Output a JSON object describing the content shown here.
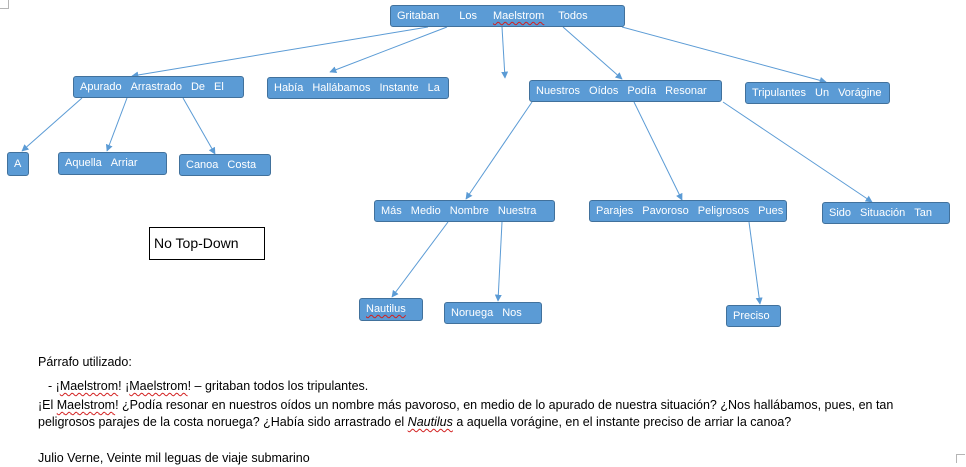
{
  "nodes": [
    {
      "id": "root",
      "words": [
        "Gritaban",
        "Los",
        "Maelstrom",
        "Todos"
      ]
    },
    {
      "id": "apurado",
      "words": [
        "Apurado",
        "Arrastrado",
        "De",
        "El"
      ]
    },
    {
      "id": "habia",
      "words": [
        "Había",
        "Hallábamos",
        "Instante",
        "La"
      ]
    },
    {
      "id": "nuestros",
      "words": [
        "Nuestros",
        "Oídos",
        "Podía",
        "Resonar"
      ]
    },
    {
      "id": "tripulantes",
      "words": [
        "Tripulantes",
        "Un",
        "Vorágine"
      ]
    },
    {
      "id": "a",
      "words": [
        "A"
      ]
    },
    {
      "id": "aquella",
      "words": [
        "Aquella",
        "Arriar"
      ]
    },
    {
      "id": "canoa",
      "words": [
        "Canoa",
        "Costa"
      ]
    },
    {
      "id": "mas",
      "words": [
        "Más",
        "Medio",
        "Nombre",
        "Nuestra"
      ]
    },
    {
      "id": "parajes",
      "words": [
        "Parajes",
        "Pavoroso",
        "Peligrosos",
        "Pues"
      ]
    },
    {
      "id": "sido",
      "words": [
        "Sido",
        "Situación",
        "Tan"
      ]
    },
    {
      "id": "nautilus",
      "words": [
        "Nautilus"
      ]
    },
    {
      "id": "noruega",
      "words": [
        "Noruega",
        "Nos"
      ]
    },
    {
      "id": "preciso",
      "words": [
        "Preciso"
      ]
    }
  ],
  "note": "No Top-Down",
  "paragraph": {
    "heading": "Párrafo utilizado:",
    "quote_line": "-  ¡Maelstrom! ¡Maelstrom! – gritaban todos los tripulantes.",
    "body_line1": "¡El Maelstrom! ¿Podía resonar en nuestros oídos un nombre más pavoroso, en medio de lo apurado de nuestra situación? ¿Nos hallábamos, pues, en tan",
    "body_line2_pre": "peligrosos parajes de la costa noruega? ¿Había sido arrastrado el ",
    "body_line2_italic": "Nautilus",
    "body_line2_post": " a aquella vorágine, en el instante preciso de arriar la canoa?",
    "attribution": "Julio Verne, Veinte mil leguas de viaje submarino"
  },
  "colors": {
    "node_fill": "#5b9bd5",
    "node_border": "#41719c",
    "arrow": "#5b9bd5",
    "spellcheck": "#d21f1f"
  }
}
